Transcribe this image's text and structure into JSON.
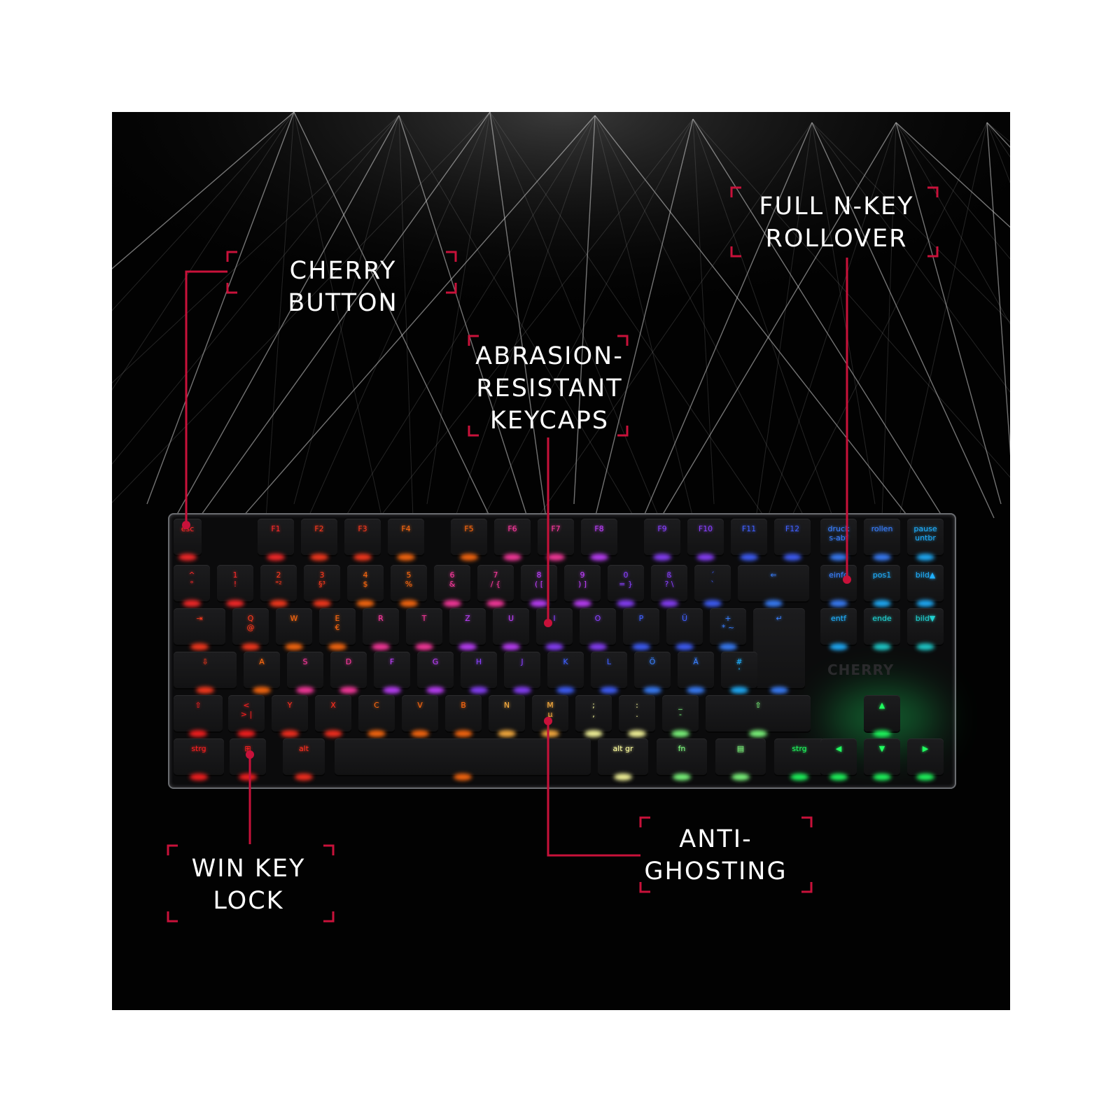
{
  "callouts": {
    "cherry_button": "CHERRY BUTTON",
    "nkey_rollover": "FULL N-KEY\nROLLOVER",
    "keycaps": "ABRASION-\nRESISTANT\nKEYCAPS",
    "win_key_lock": "WIN KEY\nLOCK",
    "anti_ghosting": "ANTI-\nGHOSTING"
  },
  "colors": {
    "accent": "#c8113a",
    "background": "#020202",
    "text": "#ffffff"
  },
  "keyboard": {
    "logo": "CHERRY",
    "rows": [
      [
        "esc",
        "F1",
        "F2",
        "F3",
        "F4",
        "F5",
        "F6",
        "F7",
        "F8",
        "F9",
        "F10",
        "F11",
        "F12",
        "druck\ns-abf",
        "rollen",
        "pause\nuntbr"
      ],
      [
        "^\n°",
        "1\n!",
        "2\n\"²",
        "3\n§³",
        "4\n$",
        "5\n%",
        "6\n&",
        "7\n/ {",
        "8\n( [",
        "9\n) ]",
        "0\n= }",
        "ß\n? \\",
        "´\n`",
        "⇐",
        "einfg",
        "pos1",
        "bild▲"
      ],
      [
        "⇥",
        "Q\n@",
        "W",
        "E\n€",
        "R",
        "T",
        "Z",
        "U",
        "I",
        "O",
        "P",
        "Ü",
        "+\n* ~",
        "↵",
        "entf",
        "ende",
        "bild▼"
      ],
      [
        "⇩",
        "A",
        "S",
        "D",
        "F",
        "G",
        "H",
        "J",
        "K",
        "L",
        "Ö",
        "Ä",
        "#\n'"
      ],
      [
        "⇧",
        "<\n> |",
        "Y",
        "X",
        "C",
        "V",
        "B",
        "N",
        "M\nµ",
        ";\n,",
        ":\n.",
        "_\n-",
        "⇧",
        "▲"
      ],
      [
        "strg",
        "⊞",
        "alt",
        "",
        "alt gr",
        "fn",
        "▤",
        "strg",
        "◀",
        "▼",
        "▶"
      ]
    ]
  }
}
